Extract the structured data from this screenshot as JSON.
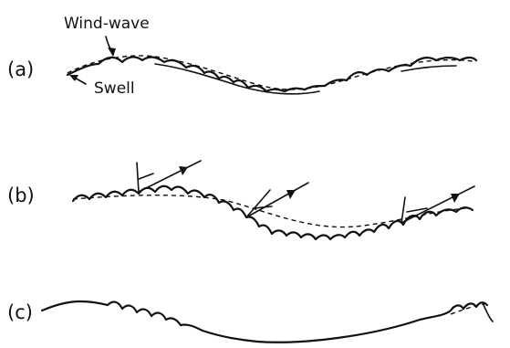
{
  "panels": [
    {
      "id": "a",
      "label": "(a)"
    },
    {
      "id": "b",
      "label": "(b)"
    },
    {
      "id": "c",
      "label": "(c)"
    }
  ],
  "annotations": {
    "wind_wave": "Wind-wave",
    "swell": "Swell"
  },
  "colors": {
    "ink": "#111111",
    "background": "#ffffff"
  }
}
